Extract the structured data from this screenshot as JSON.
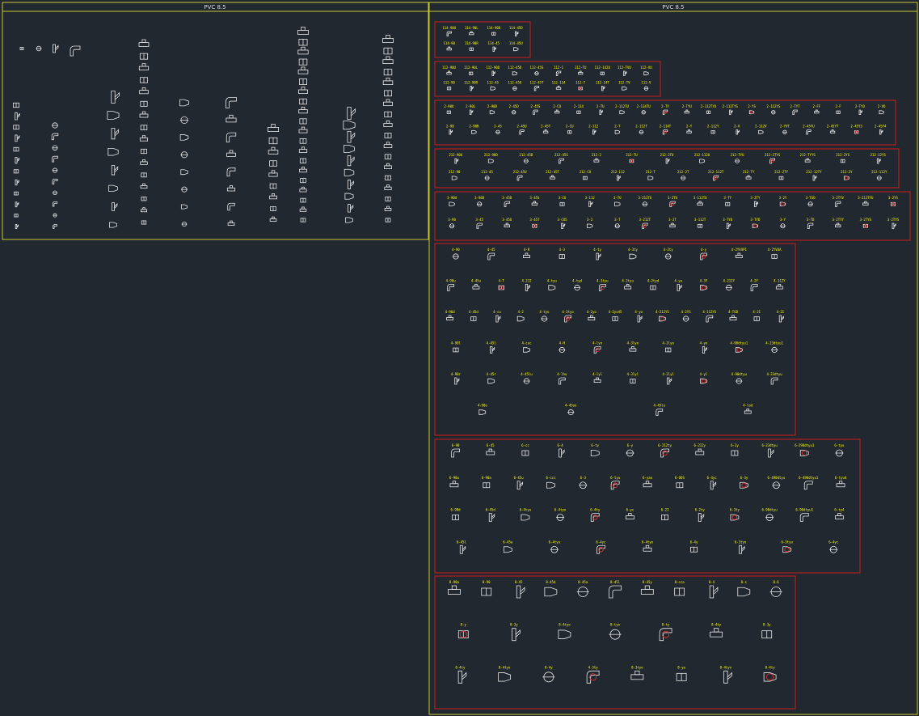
{
  "frames": [
    {
      "title": "PVC 8.5"
    },
    {
      "title": "PVC 8.5"
    }
  ],
  "colors": {
    "background": "#212830",
    "frame": "#c8c832",
    "group_border": "#d01c1c",
    "label": "#ffff00",
    "symbol": "#e8e8e8",
    "accent": "#e03030"
  },
  "groups": [
    {
      "rows": [
        [
          "114-90U",
          "114-90L",
          "114-90D",
          "114-45D"
        ],
        [
          "114-90",
          "114-90R",
          "114-45",
          "114-45U"
        ]
      ]
    },
    {
      "rows": [
        [
          "112-90U",
          "112-90L",
          "112-90D",
          "112-45D",
          "112-45S",
          "112-1",
          "112-TU",
          "112-142U",
          "112-TVU",
          "112-VU"
        ],
        [
          "112-90",
          "112-90R",
          "112-45",
          "112-45U",
          "112-45T",
          "112-114",
          "112-T",
          "112-14T",
          "112-TV",
          "112-V"
        ]
      ]
    },
    {
      "rows": [
        [
          "2-90U",
          "2-90L",
          "2-90D",
          "2-45D",
          "2-45S",
          "2-CO",
          "2-114",
          "2-TU",
          "2-112TU",
          "2-114TU",
          "2-TY",
          "2-TYU",
          "2-112TYU",
          "2-112TYS",
          "2-YS",
          "2-112YS",
          "2-TYT",
          "2-FF",
          "2-F",
          "2-TYO",
          "2-VO"
        ],
        [
          "2-90",
          "2-90R",
          "2-45",
          "2-45U",
          "2-45T",
          "2-CU",
          "2-112",
          "2-T",
          "2-112T",
          "2-114T",
          "2-Y",
          "2-112Y",
          "2-V",
          "2-112V",
          "2-YVT",
          "2-45YU",
          "2-45YT",
          "2-45Y3",
          "2-45Y4"
        ]
      ]
    },
    {
      "rows": [
        [
          "212-90U",
          "212-90D",
          "212-45D",
          "212-45S",
          "212-2",
          "212-TU",
          "212-2TU",
          "212-112U",
          "212-TYU",
          "212-2TYS",
          "212-TYYS",
          "212-2YS",
          "212-12YS"
        ],
        [
          "212-90",
          "212-45",
          "212-45U",
          "212-45T",
          "212-CO",
          "212-112",
          "212-T",
          "212-2T",
          "212-112T",
          "212-TY",
          "212-2TY",
          "212-12TY",
          "212-2Y",
          "212-112Y"
        ]
      ]
    },
    {
      "rows": [
        [
          "3-90U",
          "3-90D",
          "3-45D",
          "3-45S",
          "3-CO",
          "3-112",
          "3-TU",
          "3-212TU",
          "3-2TU",
          "3-112TU",
          "3-TY",
          "3-2TY",
          "3-2Y",
          "3-TGD",
          "3-2TYV",
          "3-212TYU",
          "3-2YS"
        ],
        [
          "3-90",
          "3-45",
          "3-45U",
          "3-45T",
          "3-CO5",
          "3-2",
          "3-T",
          "3-212T",
          "3-2T",
          "3-112T",
          "3-TYU",
          "3-TYD",
          "3-Y",
          "3-TD",
          "3-2TYY",
          "3-2TYS",
          "3-2TYS"
        ]
      ]
    },
    {
      "rows": [
        [
          "4-90",
          "4-45",
          "4-R",
          "4-3",
          "4-ty",
          "4-3ty",
          "4-2ty",
          "4-y",
          "4-2YVUP1",
          "4-2YVUA"
        ],
        [
          "4-90u",
          "4-45u",
          "4-T",
          "4-212",
          "4-tyu",
          "4-tyd",
          "4-3tyu",
          "4-2tyu",
          "4-2tyd",
          "4-yu",
          "4-3Y",
          "4-212Y",
          "4-2Y",
          "4-112Y"
        ],
        [
          "4-90d",
          "4-45d",
          "4-cu",
          "4-2",
          "4-tyo",
          "4-3tyo",
          "4-2yo",
          "4-2yo45",
          "4-yo",
          "4-212YS",
          "4-2YS",
          "4-112YS",
          "4-TGD",
          "4-2I",
          "4-2I"
        ],
        [
          "4-90l",
          "4-45l",
          "4-cuc",
          "4-H",
          "4-lyo",
          "4-3lyo",
          "4-2lyo",
          "4-yo",
          "4-90dtyu1",
          "4-23dtyu1"
        ],
        [
          "4-90r",
          "4-45r",
          "4-45lu",
          "4-lhu",
          "4-lyl",
          "4-3lyl",
          "4-2lyl",
          "4-yl",
          "4-90dtyu",
          "4-23dtyu"
        ],
        [
          "4-90o",
          "4-45oo",
          "4-45lu",
          "4-lod"
        ]
      ]
    },
    {
      "rows": [
        [
          "6-90",
          "6-45",
          "6-cc",
          "6-4",
          "6-ty",
          "6-y",
          "6-212ty",
          "6-212y",
          "6-2y",
          "6-23dtyu",
          "6-290dtyu1",
          "6-tyo"
        ],
        [
          "6-90u",
          "6-90a",
          "6-45u",
          "6-ccc",
          "6-3",
          "6-tyu",
          "6-yao",
          "6-OOS",
          "6-4yc",
          "6-3y",
          "6-490dtyu",
          "6-490dtyu1",
          "6-tyu4"
        ],
        [
          "6-90d",
          "6-45d",
          "6-4tyu",
          "6-4tyo",
          "6-4ty",
          "6-yc",
          "6-2I",
          "6-2ty",
          "6-3ty",
          "6-90dtyu",
          "6-90dtyu1",
          "6-ty4"
        ],
        [
          "6-45l",
          "6-45a",
          "6-4tyu",
          "6-4yc",
          "6-4tyo",
          "6-4y",
          "6-3tyo",
          "6-3tyu",
          "6-4yc"
        ]
      ]
    },
    {
      "rows": [
        [
          "8-90a",
          "8-90",
          "8-45",
          "8-45d",
          "8-45a",
          "8-45l",
          "8-45y",
          "8-cca",
          "8-4",
          "8-s",
          "8-6"
        ],
        [
          "8-y",
          "8-3y",
          "8-4tyo",
          "8-tyo",
          "8-ty",
          "8-4ty",
          "8-3y"
        ],
        [
          "8-4ty",
          "8-4tyo",
          "8-4y",
          "4-3ty",
          "8-3tyo",
          "8-ya",
          "8-4tyo",
          "8-4ty"
        ]
      ]
    }
  ]
}
